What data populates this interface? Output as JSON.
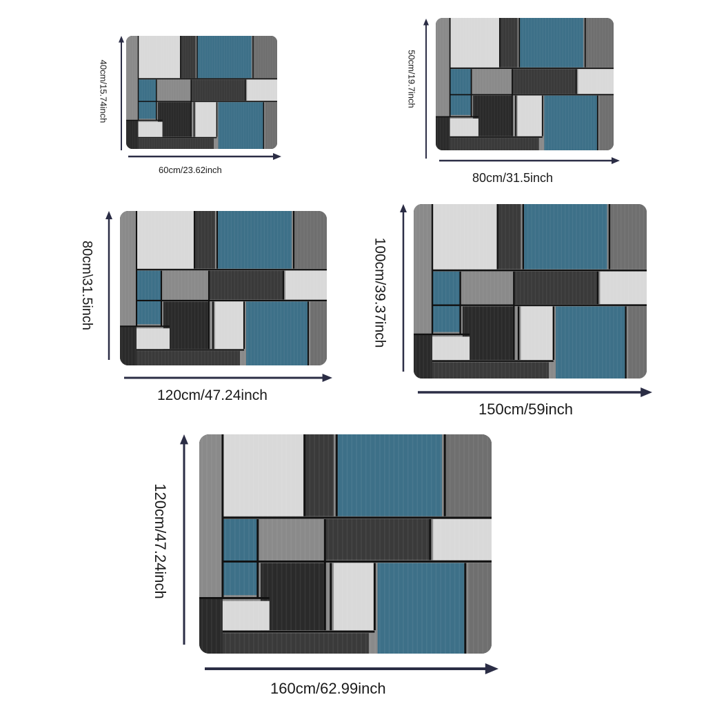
{
  "palette": {
    "teal": "#3d7088",
    "tealDark": "#2f5d73",
    "light": "#d9d9d9",
    "mid": "#8a8a8a",
    "dark": "#3a3a3a",
    "darker": "#2a2a2a",
    "border": "#6f6f6f",
    "grout": "#111111",
    "arrow": "#2b2d45"
  },
  "sizes": [
    {
      "id": "size-40x60",
      "width_label": "60cm/23.62inch",
      "height_label": "40cm/15.74inch"
    },
    {
      "id": "size-50x80",
      "width_label": "80cm/31.5inch",
      "height_label": "50cm/19.7inch"
    },
    {
      "id": "size-80x120",
      "width_label": "120cm/47.24inch",
      "height_label": "80cm\\31.5inch"
    },
    {
      "id": "size-100x150",
      "width_label": "150cm/59inch",
      "height_label": "100cm/39.37inch"
    },
    {
      "id": "size-120x160",
      "width_label": "160cm/62.99inch",
      "height_label": "120cm/47.24inch"
    }
  ]
}
